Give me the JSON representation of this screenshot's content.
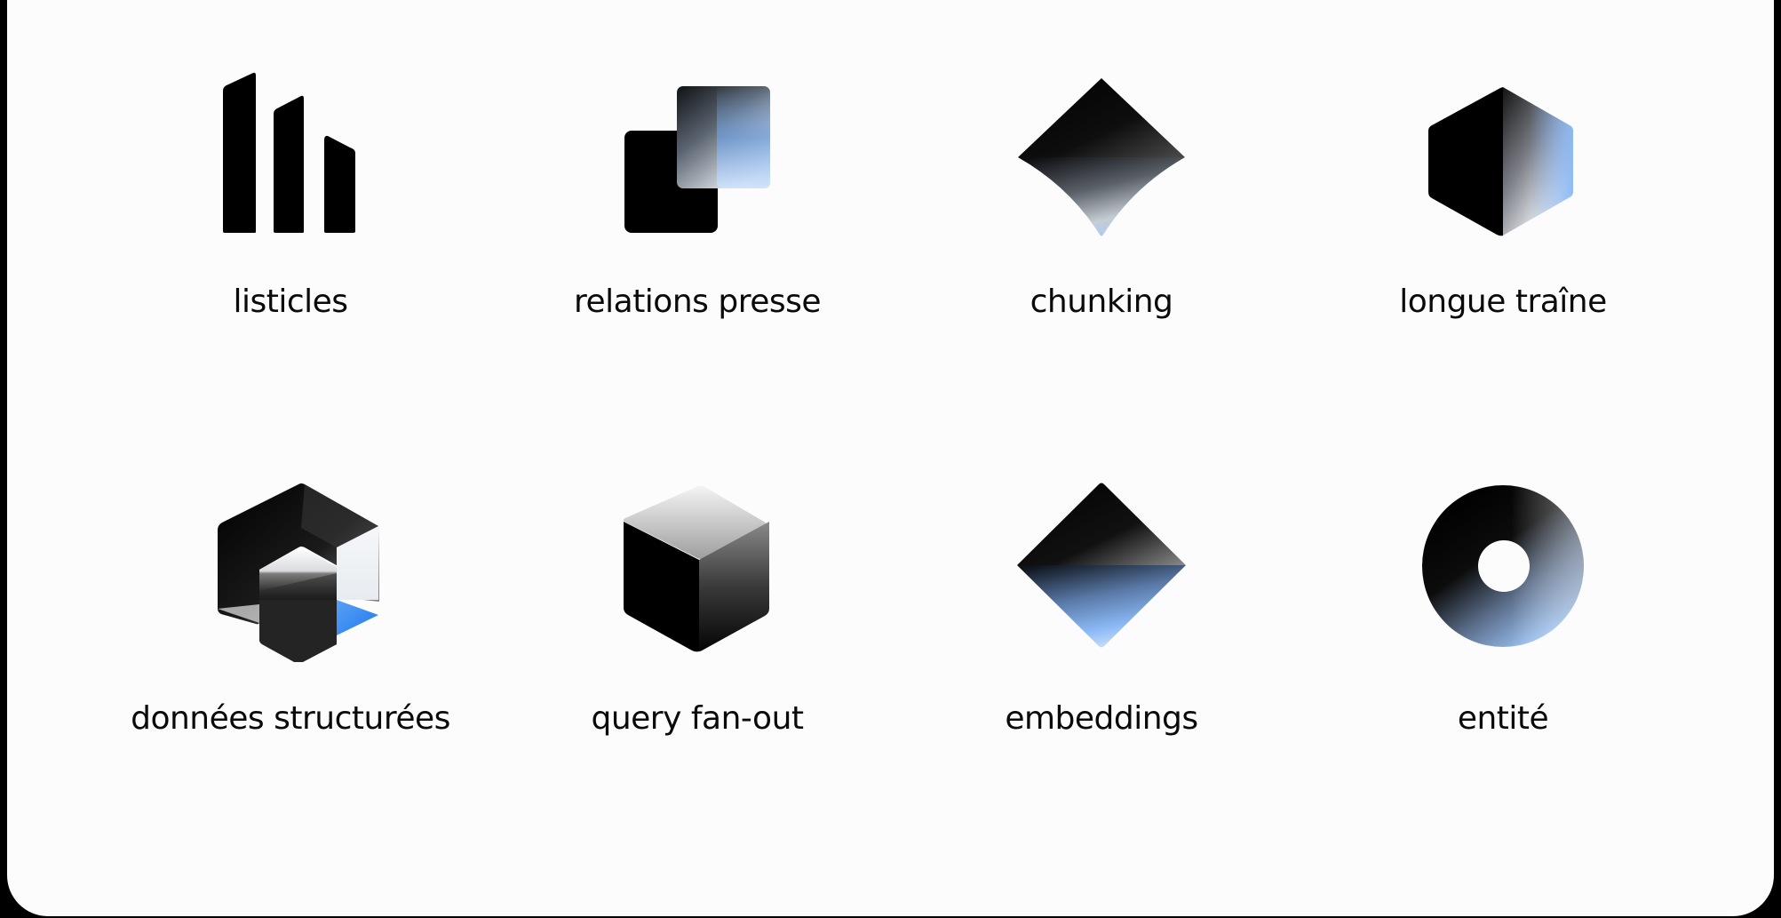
{
  "grid": {
    "rows": 2,
    "columns": 4,
    "items": [
      {
        "label": "listicles",
        "icon": "bar-chart-icon"
      },
      {
        "label": "relations presse",
        "icon": "overlapping-squares-icon"
      },
      {
        "label": "chunking",
        "icon": "split-diamond-icon"
      },
      {
        "label": "longue traîne",
        "icon": "half-hexagon-icon"
      },
      {
        "label": "données structurées",
        "icon": "nested-hexagon-icon"
      },
      {
        "label": "query fan-out",
        "icon": "cube-icon"
      },
      {
        "label": "embeddings",
        "icon": "gradient-diamond-icon"
      },
      {
        "label": "entité",
        "icon": "ring-icon"
      }
    ]
  },
  "colors": {
    "background": "#fcfcfc",
    "frame": "#000000",
    "ink": "#0a0a0a",
    "accent_blue": "#8ab8f5",
    "accent_blue_strong": "#2f86f0"
  }
}
